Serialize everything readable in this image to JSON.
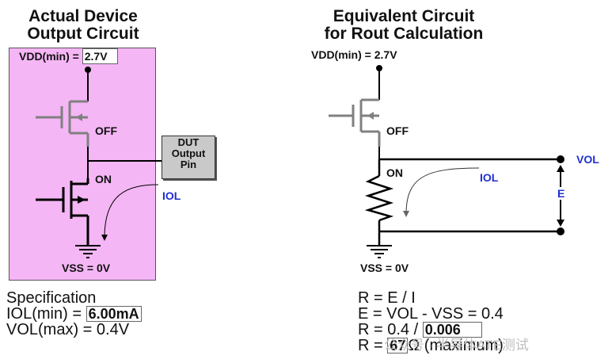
{
  "left": {
    "title_line1": "Actual Device",
    "title_line2": "Output Circuit",
    "vdd_label": "VDD(min) =",
    "vdd_value": "2.7V",
    "off_label": "OFF",
    "on_label": "ON",
    "iol_label": "IOL",
    "vss_label": "VSS = 0V",
    "dut_line1": "DUT",
    "dut_line2": "Output",
    "dut_line3": "Pin",
    "spec_title": "Specification",
    "iol_spec_label": "IOL(min) =",
    "iol_spec_value": "6.00mA",
    "vol_spec": "VOL(max) = 0.4V",
    "background_color": "#f5b6f5"
  },
  "right": {
    "title_line1": "Equivalent Circuit",
    "title_line2": "for Rout Calculation",
    "vdd_label": "VDD(min) =",
    "vdd_value": "2.7V",
    "off_label": "OFF",
    "on_label": "ON",
    "iol_label": "IOL",
    "vol_label": "VOL",
    "e_label": "E",
    "vss_label": "VSS = 0V",
    "eq1": "R = E / I",
    "eq2": "E = VOL - VSS = 0.4",
    "eq3_prefix": "R = 0.4 /",
    "eq3_value": "0.006",
    "eq4_prefix": "R =",
    "eq4_value": "67",
    "eq4_suffix": "Ω (maximum)"
  },
  "watermark": "公众号 · 半导体ATE测试",
  "colors": {
    "accent_blue": "#1f2fd0",
    "wire": "#000000",
    "gray_transistor": "#808080"
  }
}
